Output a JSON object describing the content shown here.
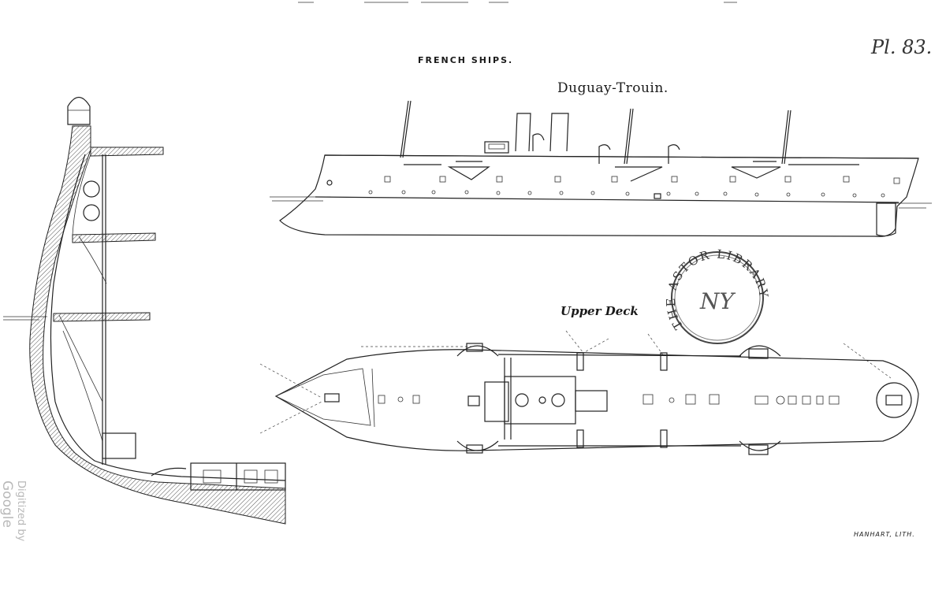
{
  "header": {
    "title": "FRENCH SHIPS."
  },
  "plate": {
    "number": "Pl. 83."
  },
  "ship": {
    "name": "Duguay-Trouin."
  },
  "deck_plan": {
    "label": "Upper Deck"
  },
  "footer": {
    "lithographer": "HANHART, LITH."
  },
  "stamp": {
    "text": "THE ASTOR LIBRARY",
    "monogram": "NY"
  },
  "watermark": {
    "prefix": "Digitized by",
    "brand": "Google"
  }
}
